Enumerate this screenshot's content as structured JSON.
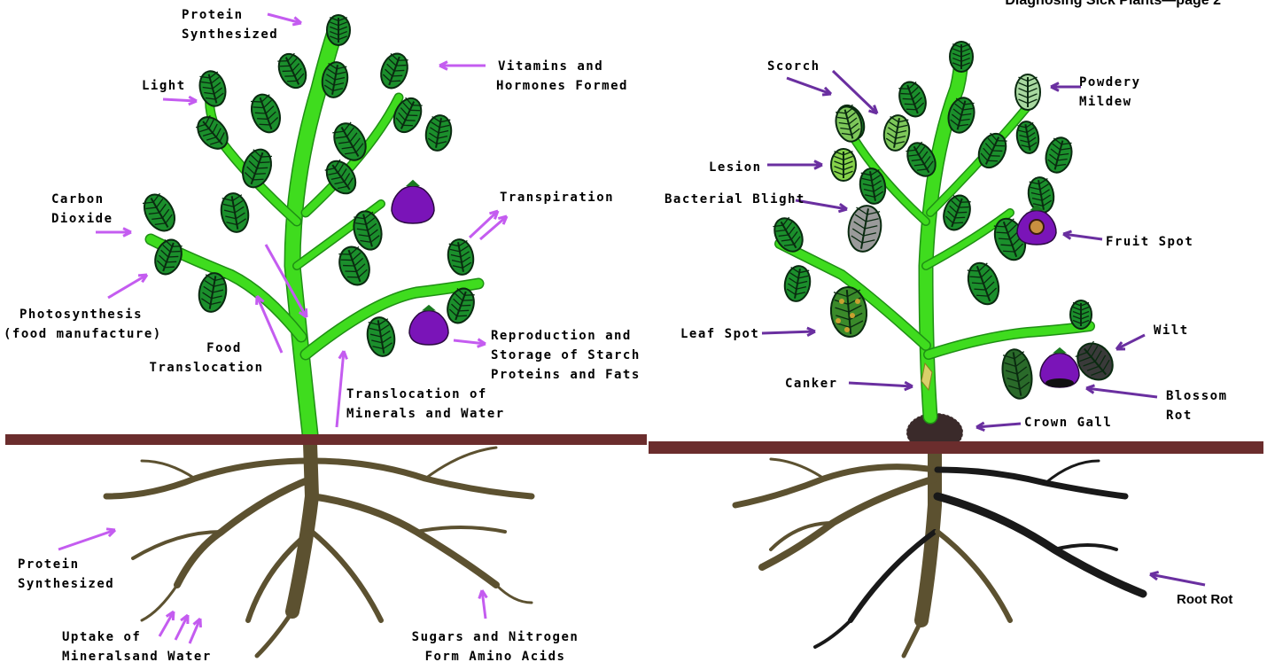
{
  "page_title": "Diagnosing Sick Plants—page 2",
  "colors": {
    "soil_line": "#6b2d2d",
    "stem": "#3fdc1e",
    "stem_dark": "#1f8f14",
    "leaf": "#1b8f2c",
    "leaf_vein": "#0a2a10",
    "root": "#5c5130",
    "root_dark": "#191919",
    "fruit": "#7a14b8",
    "arrow_left": "#c45cf0",
    "arrow_right": "#6a2fa0"
  },
  "left_diagram": {
    "protein_top": [
      "Protein",
      "Synthesized"
    ],
    "vitamins": [
      "Vitamins and",
      "Hormones Formed"
    ],
    "light": "Light",
    "carbon": [
      "Carbon",
      "Dioxide"
    ],
    "transpiration": "Transpiration",
    "photosynthesis": [
      "Photosynthesis",
      "(food manufacture)"
    ],
    "food": [
      "Food",
      "Translocation"
    ],
    "reproduction": [
      "Reproduction and",
      "Storage of Starch",
      "Proteins and Fats"
    ],
    "translocation_minerals": [
      "Translocation of",
      "Minerals and Water"
    ],
    "protein_bottom": [
      "Protein",
      "Synthesized"
    ],
    "uptake": [
      "Uptake of",
      "Mineralsand Water"
    ],
    "sugars": [
      "Sugars and Nitrogen",
      "Form Amino Acids"
    ]
  },
  "right_diagram": {
    "scorch": "Scorch",
    "powdery": [
      "Powdery",
      "Mildew"
    ],
    "lesion": "Lesion",
    "bacterial": "Bacterial Blight",
    "fruit_spot": "Fruit Spot",
    "leaf_spot": "Leaf Spot",
    "wilt": "Wilt",
    "canker": "Canker",
    "blossom": [
      "Blossom",
      "Rot"
    ],
    "crown_gall": "Crown Gall",
    "root_rot": "Root Rot"
  }
}
